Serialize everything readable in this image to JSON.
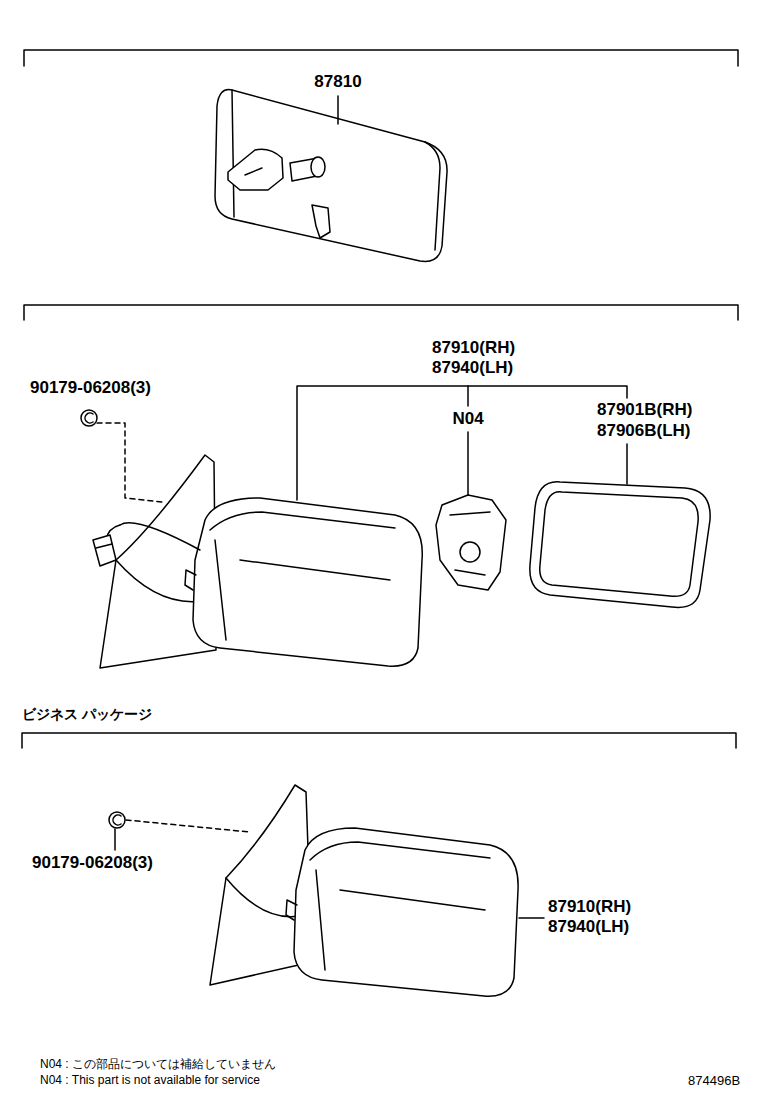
{
  "diagram": {
    "labels": [
      "87810",
      "87910(RH)",
      "87940(LH)",
      "90179-06208(3)",
      "N04",
      "87901B(RH)",
      "87906B(LH)",
      "ビジネス パッケージ",
      "90179-06208(3)",
      "87910(RH)",
      "87940(LH)",
      "N04 : この部品については補給していません",
      "N04 : This part is not available for service",
      "874496B"
    ]
  }
}
